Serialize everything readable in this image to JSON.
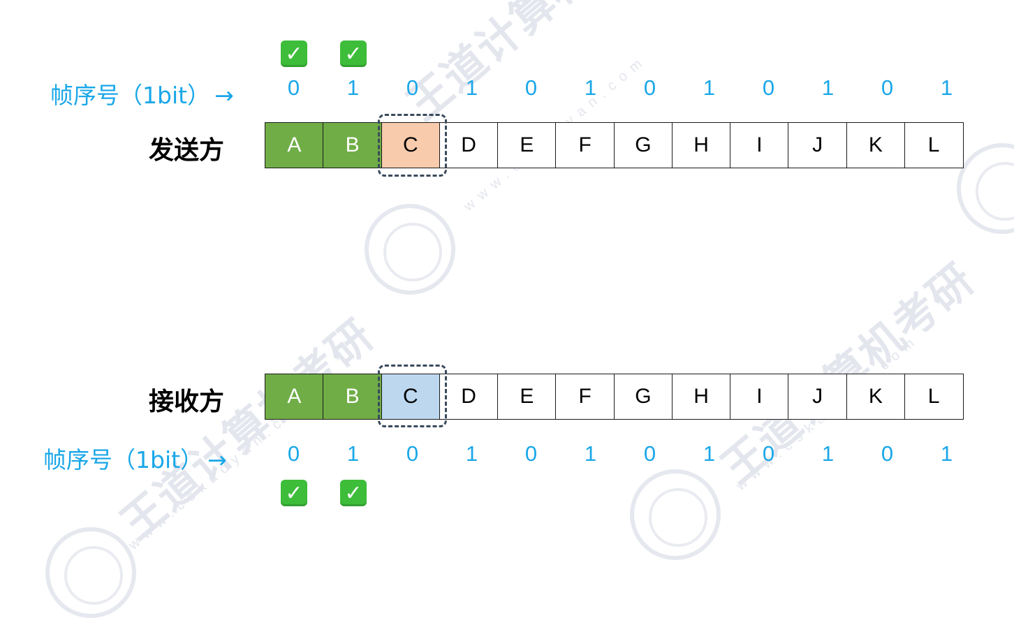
{
  "sender": {
    "label": "发送方",
    "seq_label": "帧序号（1bit）",
    "arrow": "→",
    "seq": [
      "0",
      "1",
      "0",
      "1",
      "0",
      "1",
      "0",
      "1",
      "0",
      "1",
      "0",
      "1"
    ],
    "frames": [
      "A",
      "B",
      "C",
      "D",
      "E",
      "F",
      "G",
      "H",
      "I",
      "J",
      "K",
      "L"
    ],
    "acked_count": 2,
    "current_index": 2,
    "checks": [
      "✓",
      "✓"
    ]
  },
  "receiver": {
    "label": "接收方",
    "seq_label": "帧序号（1bit）",
    "arrow": "→",
    "seq": [
      "0",
      "1",
      "0",
      "1",
      "0",
      "1",
      "0",
      "1",
      "0",
      "1",
      "0",
      "1"
    ],
    "frames": [
      "A",
      "B",
      "C",
      "D",
      "E",
      "F",
      "G",
      "H",
      "I",
      "J",
      "K",
      "L"
    ],
    "acked_count": 2,
    "current_index": 2,
    "checks": [
      "✓",
      "✓"
    ]
  },
  "colors": {
    "acked": "#70ad47",
    "sender_window": "#f8cbad",
    "receiver_window": "#bdd7ee",
    "seq_text": "#1aa7e8"
  },
  "watermarks": {
    "brand": "王道计算机考研",
    "url": "www.cskaoyan.com"
  }
}
